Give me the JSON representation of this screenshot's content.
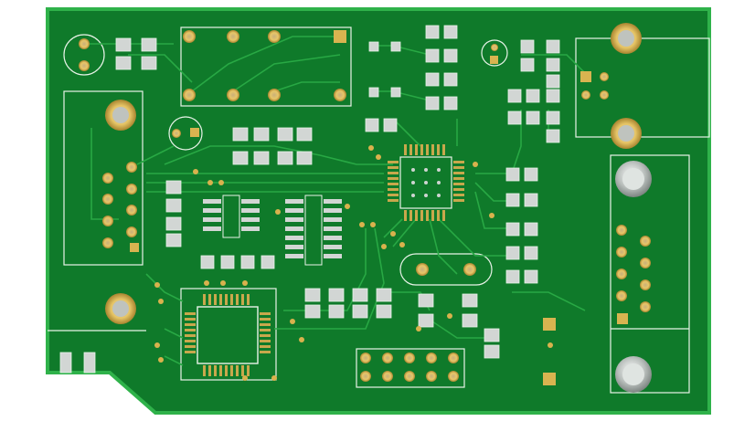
{
  "scene": {
    "subject": "pcb-board",
    "colors": {
      "background": "#ffffff",
      "board": "#0f7a2a",
      "board_edge": "#2fb24a",
      "trace": "#28a844",
      "silkscreen": "#e8f3e8",
      "pad_silver": "#d2d6d4",
      "pad_gold": "#d9b24d",
      "hole": "#9aa19b"
    },
    "components": {
      "qfp_chips": 2,
      "header_rows": 2,
      "mounting_holes": 6,
      "connectors": 2
    }
  }
}
